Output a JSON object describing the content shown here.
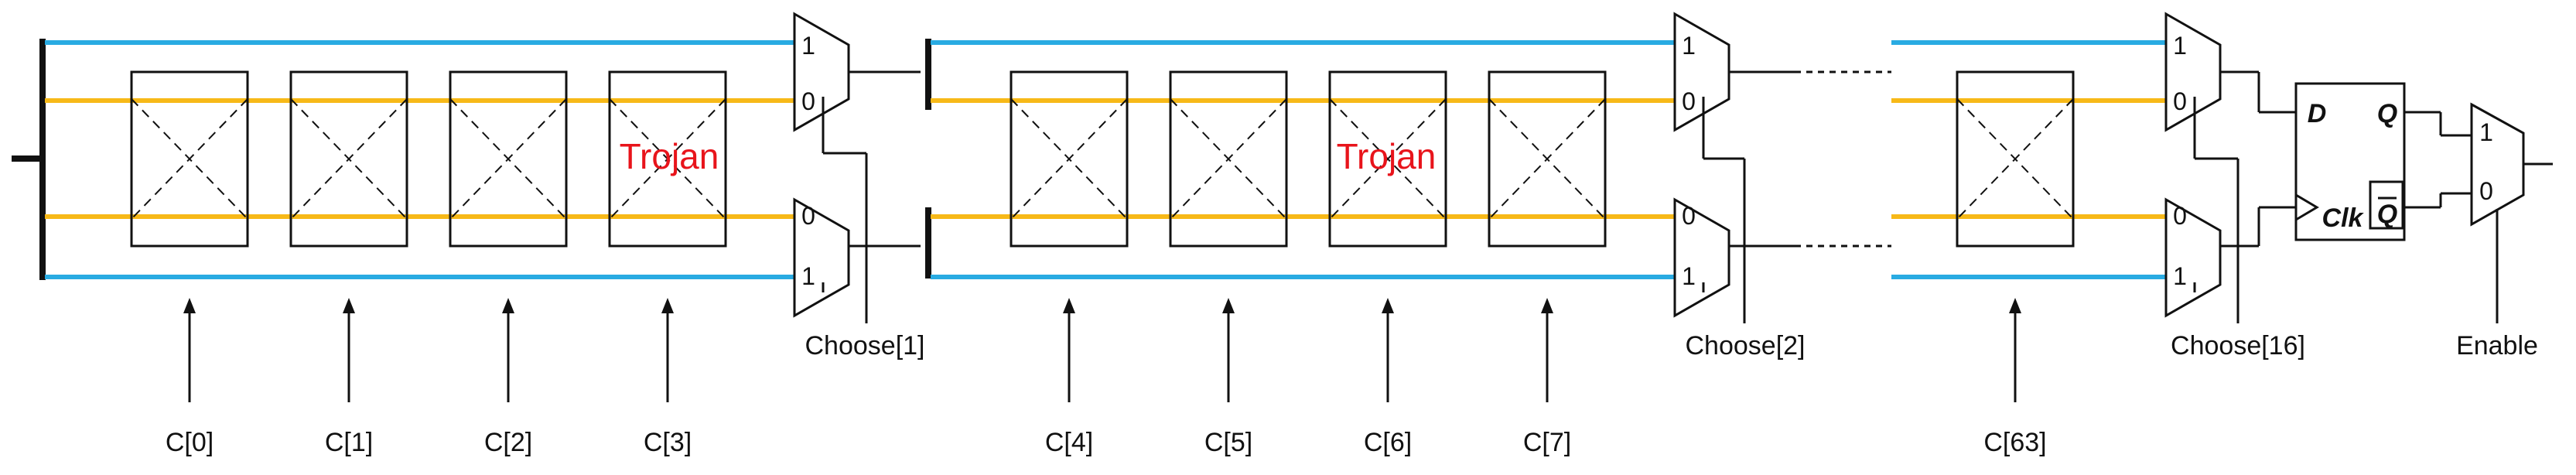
{
  "colors": {
    "path_a": "#29abe2",
    "path_b": "#f7b918",
    "line": "#111111",
    "trojan_text": "#e8141b"
  },
  "stages": [
    {
      "cells": [
        {
          "control": "C[0]",
          "trojan": ""
        },
        {
          "control": "C[1]",
          "trojan": ""
        },
        {
          "control": "C[2]",
          "trojan": ""
        },
        {
          "control": "C[3]",
          "trojan": "Trojan"
        }
      ],
      "choose": "Choose[1]"
    },
    {
      "cells": [
        {
          "control": "C[4]",
          "trojan": ""
        },
        {
          "control": "C[5]",
          "trojan": ""
        },
        {
          "control": "C[6]",
          "trojan": "Trojan"
        },
        {
          "control": "C[7]",
          "trojan": ""
        }
      ],
      "choose": "Choose[2]"
    },
    {
      "cells": [
        {
          "control": "C[63]",
          "trojan": ""
        }
      ],
      "choose": "Choose[16]"
    }
  ],
  "mux_inputs": {
    "top": [
      "1",
      "0"
    ],
    "bottom": [
      "0",
      "1"
    ],
    "final": [
      "1",
      "0"
    ]
  },
  "flipflop": {
    "d": "D",
    "q": "Q",
    "qbar": "Q",
    "clk": "Clk"
  },
  "enable": "Enable"
}
